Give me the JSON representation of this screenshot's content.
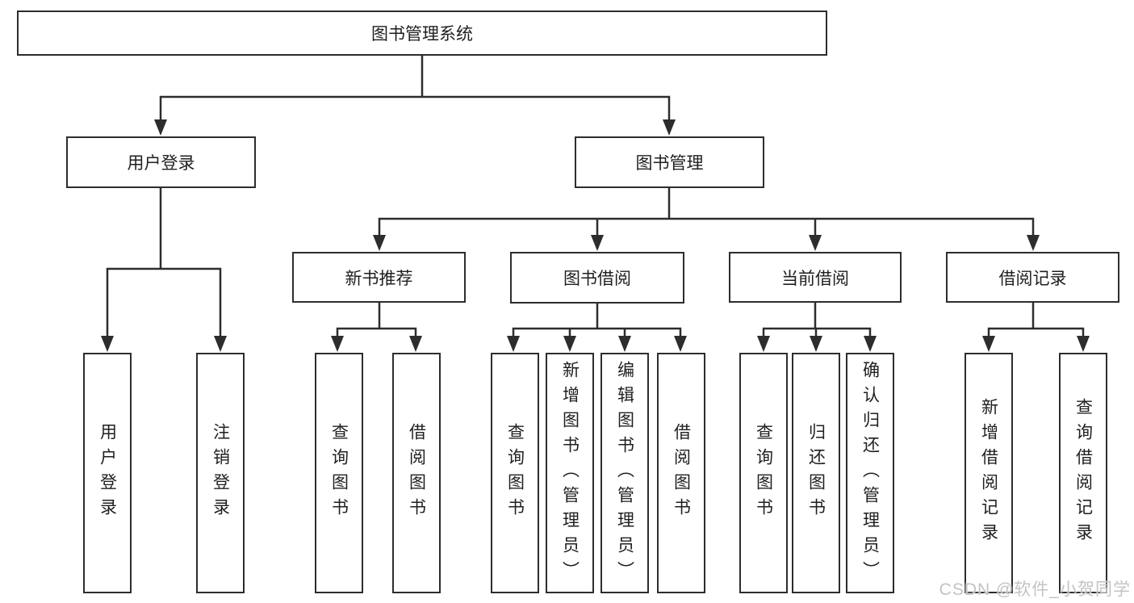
{
  "diagram": {
    "root": {
      "label": "图书管理系统"
    },
    "level2": [
      {
        "label": "用户登录"
      },
      {
        "label": "图书管理"
      }
    ],
    "level3": [
      {
        "label": "新书推荐"
      },
      {
        "label": "图书借阅"
      },
      {
        "label": "当前借阅"
      },
      {
        "label": "借阅记录"
      }
    ],
    "leaves": {
      "user": [
        {
          "label": "用户登录"
        },
        {
          "label": "注销登录"
        }
      ],
      "recommend": [
        {
          "label": "查询图书"
        },
        {
          "label": "借阅图书"
        }
      ],
      "borrow": [
        {
          "label": "查询图书"
        },
        {
          "label": "新增图书（管理员）"
        },
        {
          "label": "编辑图书（管理员）"
        },
        {
          "label": "借阅图书"
        }
      ],
      "current": [
        {
          "label": "查询图书"
        },
        {
          "label": "归还图书"
        },
        {
          "label": "确认归还（管理员）"
        }
      ],
      "records": [
        {
          "label": "新增借阅记录"
        },
        {
          "label": "查询借阅记录"
        }
      ]
    }
  },
  "watermark": {
    "text": "CSDN @软件_小贺同学"
  },
  "colors": {
    "line": "#2d2d2d",
    "text": "#1f1f1f",
    "watermark": "#c3c3c3",
    "background": "#ffffff"
  }
}
